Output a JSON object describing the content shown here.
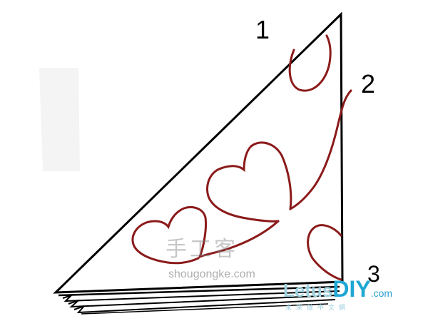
{
  "diagram": {
    "corner_labels": {
      "one": "1",
      "two": "2",
      "three": "3"
    },
    "colors": {
      "outline": "#000000",
      "cut_lines": "#8b1a1a",
      "background": "#ffffff"
    }
  },
  "watermarks": {
    "site_cn": "手工客",
    "site_url": "shougongke.com",
    "logo": {
      "letus": "Letus",
      "diy": "DIY",
      "com": ".com",
      "sub": "來來做中文網"
    },
    "logo_colors": {
      "letus": "#9fd0df",
      "diy": "#1fa7d4"
    }
  }
}
